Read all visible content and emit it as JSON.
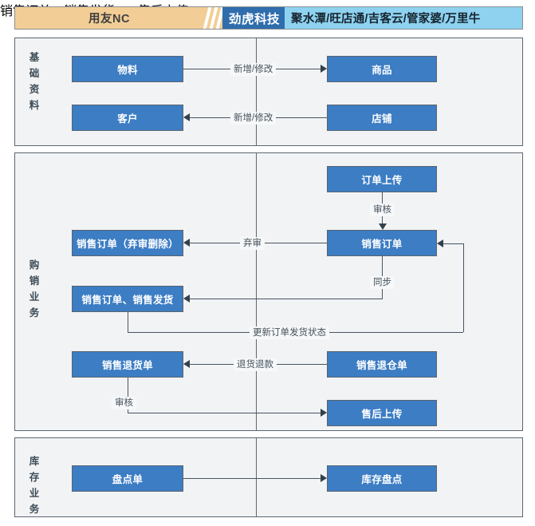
{
  "header": {
    "left_system": "用友NC",
    "company": "劲虎科技",
    "right_systems": "聚水潭/旺店通/吉客云/管家婆/万里牛"
  },
  "sections": [
    {
      "id": "basic",
      "label": "基础资料"
    },
    {
      "id": "sales",
      "label": "购销业务"
    },
    {
      "id": "inventory",
      "label": "库存业务"
    }
  ],
  "nodes": {
    "material": "物料",
    "product": "商品",
    "customer": "客户",
    "shop": "店铺",
    "order_upload": "订单上传",
    "sales_order": "销售订单",
    "sales_order_del": "销售订单（弃审删除）",
    "so_and_ship": "销售订单、销售发货",
    "sales_return": "销售退货单",
    "sales_wh_return": "销售退仓单",
    "aftersale_upload": "售后上传",
    "stock_count_doc": "盘点单",
    "stock_count": "库存盘点"
  },
  "edges": {
    "add_modify_1": "新增/修改",
    "add_modify_2": "新增/修改",
    "audit_order": "审核",
    "unapprove": "弃审",
    "sync": "同步",
    "update_ship_state": "更新订单发货状态",
    "return_refund": "退货退款",
    "audit_return": "审核"
  },
  "colors": {
    "node_fill": "#3c7dc4",
    "header_tan": "#f2ce96",
    "header_brand": "#2f6dad",
    "header_light": "#8ed2f0",
    "panel_bg": "#f1f3f5",
    "line": "#4a5560"
  }
}
